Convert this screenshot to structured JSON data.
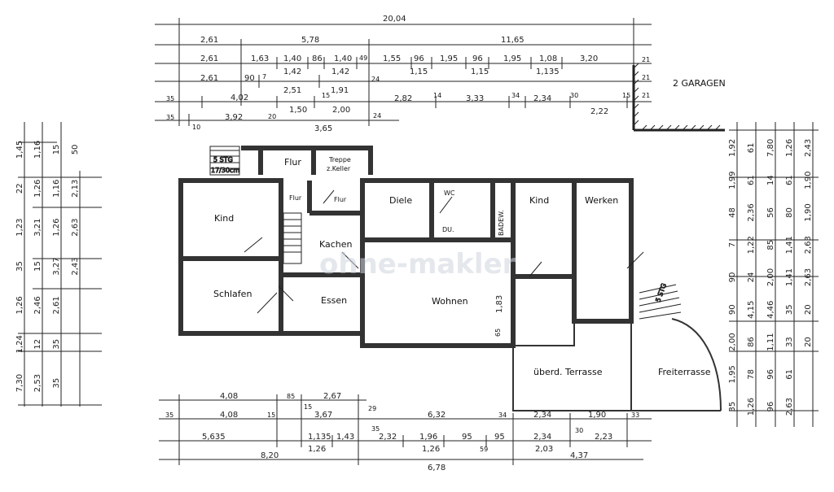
{
  "watermark": "ohne-makler",
  "rooms": {
    "kind_left": "Kind",
    "schlafen": "Schlafen",
    "flur_top": "Flur",
    "treppe": "Treppe",
    "treppe2": "z.Keller",
    "flur1": "Flur",
    "flur2": "Flur",
    "kuechen": "Kachen",
    "essen": "Essen",
    "diele": "Diele",
    "wc": "WC",
    "du": "DU.",
    "badew": "BADEW.",
    "wohnen": "Wohnen",
    "kind_right": "Kind",
    "werken": "Werken",
    "garagen": "2 GARAGEN",
    "ueberd_terrasse": "überd. Terrasse",
    "freiterrasse": "Freiterrasse",
    "stairs_left": "5 STG",
    "stairs_left2": "17/30cm",
    "stairs_right": "5 STG"
  },
  "dims_top": {
    "r0": [
      "20,04"
    ],
    "r1": [
      "2,61",
      "5,78",
      "11,65"
    ],
    "r2": [
      "2,61",
      "1,63",
      "1,40",
      "86",
      "1,40",
      "49",
      "1,55",
      "96",
      "1,95",
      "96",
      "1,95",
      "1,08",
      "3,20",
      "21"
    ],
    "r2b": [
      "1,42",
      "1,42",
      "1,15",
      "1,15",
      "1,135"
    ],
    "r3": [
      "2,61",
      "90",
      "7",
      "2,51",
      "15",
      "1,91",
      "24",
      "21"
    ],
    "r4": [
      "35",
      "4,02",
      "1,50",
      "2,00",
      "2,82",
      "14",
      "3,33",
      "34",
      "2,34",
      "30",
      "15",
      "21"
    ],
    "r5": [
      "35",
      "10",
      "3,92",
      "20",
      "3,65",
      "24",
      "2,22"
    ]
  },
  "dims_bottom": {
    "r1": [
      "4,08",
      "85",
      "2,67"
    ],
    "r1b": [
      "15",
      "29"
    ],
    "r2": [
      "35",
      "4,08",
      "15",
      "3,67",
      "6,32",
      "34",
      "2,34",
      "1,90",
      "33"
    ],
    "r3": [
      "5,635",
      "1,135",
      "1,43",
      "2,32",
      "1,96",
      "95",
      "95",
      "2,34",
      "30",
      "2,23"
    ],
    "r3b": [
      "1,26",
      "1,26",
      "59",
      "2,03",
      "35"
    ],
    "r4": [
      "8,20",
      "4,37"
    ],
    "r4b": [
      "6,78"
    ]
  },
  "dims_left": [
    "1,45",
    "22",
    "1,23",
    "35",
    "1,26",
    "1,24",
    "7,30",
    "1,16",
    "1,26",
    "3,21",
    "15",
    "2,46",
    "12",
    "2,53",
    "15",
    "1,16",
    "1,26",
    "3,27",
    "2,61",
    "35",
    "35",
    "50",
    "2,13",
    "2,63",
    "2,43"
  ],
  "dims_right": [
    "1,92",
    "1,99",
    "48",
    "7",
    "90",
    "90",
    "2,00",
    "1,95",
    "35",
    "61",
    "61",
    "2,36",
    "1,22",
    "24",
    "4,15",
    "86",
    "78",
    "1,26",
    "7,80",
    "14",
    "56",
    "85",
    "2,00",
    "4,46",
    "1,11",
    "96",
    "96",
    "1,26",
    "61",
    "80",
    "1,41",
    "1,41",
    "35",
    "33",
    "61",
    "2,63",
    "2,43",
    "1,90",
    "1,90",
    "2,63",
    "2,63",
    "20",
    "20"
  ],
  "inner": [
    "1,83",
    "65"
  ]
}
